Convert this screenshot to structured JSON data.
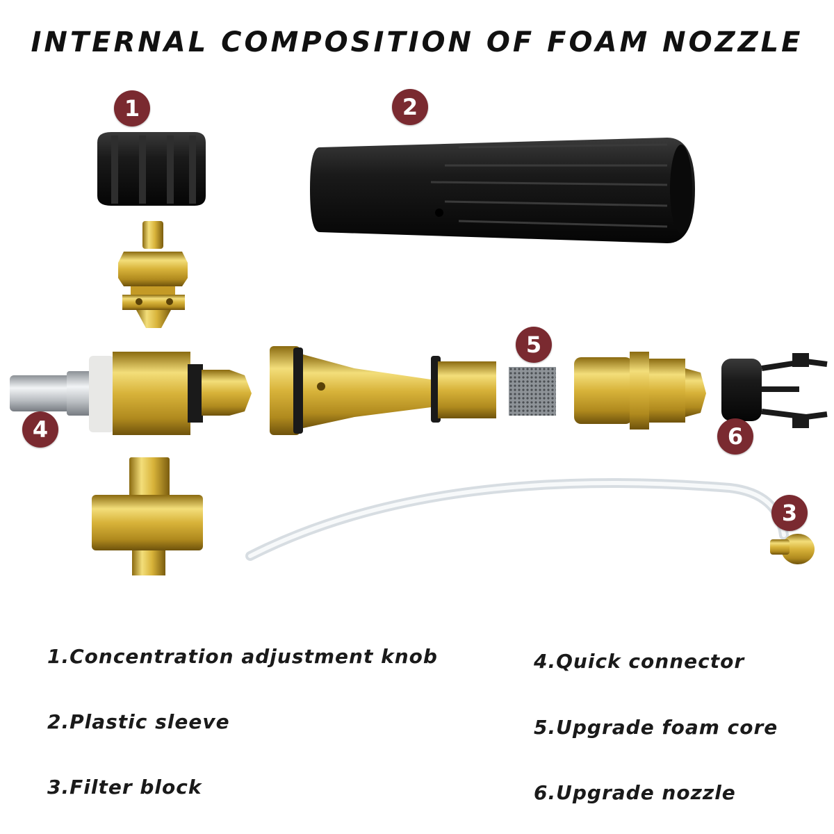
{
  "title": "INTERNAL COMPOSITION OF FOAM NOZZLE",
  "badges": [
    "1",
    "2",
    "3",
    "4",
    "5",
    "6"
  ],
  "legend": [
    "1.Concentration adjustment knob",
    "2.Plastic sleeve",
    "3.Filter block",
    "4.Quick connector",
    "5.Upgrade foam core",
    "6.Upgrade nozzle"
  ],
  "colors": {
    "badge": "#7a2a30",
    "brass": "#d9b63a",
    "black_plastic": "#1c1c1c",
    "steel": "#c8ccd0"
  }
}
